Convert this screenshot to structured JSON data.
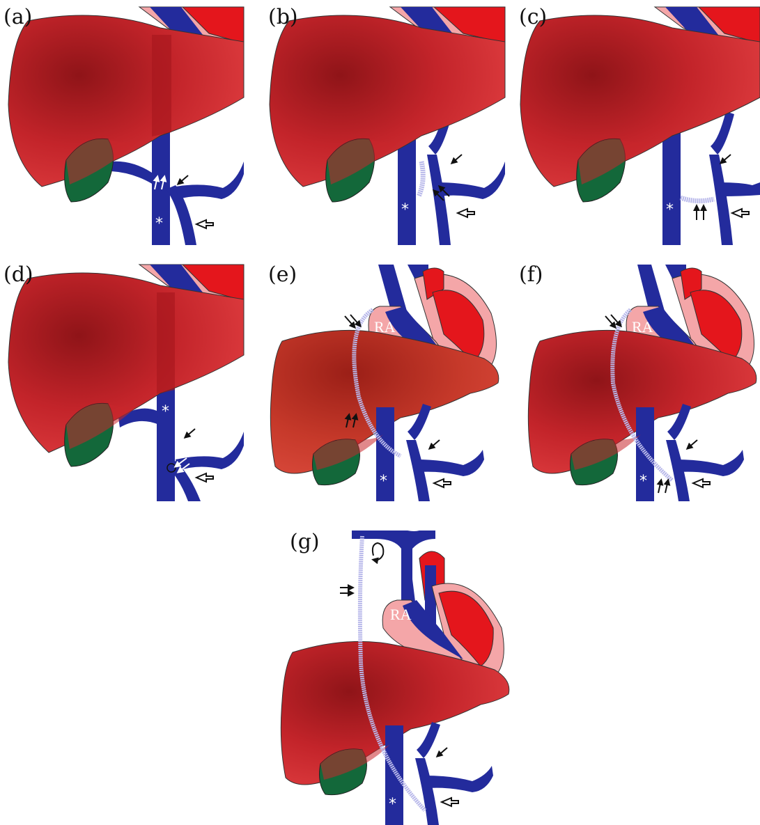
{
  "figure": {
    "background": "#ffffff",
    "colors": {
      "liver": "#c8262b",
      "liver_dark": "#8f1418",
      "liver_light": "#dd3a3d",
      "vein": "#232b9c",
      "vein_dark": "#161c70",
      "heart_red": "#e4161c",
      "pericardium": "#f4a6a8",
      "gallbladder": "#13683a",
      "graft": "#b8b8ea"
    },
    "panels": [
      {
        "id": "a",
        "label": "(a)",
        "has_heart": false,
        "graft": "none",
        "star": "*",
        "star_pos": "lower"
      },
      {
        "id": "b",
        "label": "(b)",
        "has_heart": false,
        "graft": "short-right",
        "star": "*",
        "star_pos": "lower"
      },
      {
        "id": "c",
        "label": "(c)",
        "has_heart": false,
        "graft": "horizontal",
        "star": "*",
        "star_pos": "lower"
      },
      {
        "id": "d",
        "label": "(d)",
        "has_heart": false,
        "graft": "none",
        "star": "*",
        "star_pos": "upper"
      },
      {
        "id": "e",
        "label": "(e)",
        "has_heart": true,
        "ra_label": "RA",
        "graft": "to-atrium",
        "star": "*",
        "star_pos": "lower"
      },
      {
        "id": "f",
        "label": "(f)",
        "has_heart": true,
        "ra_label": "RA",
        "graft": "to-atrium-long",
        "star": "*",
        "star_pos": "lower"
      },
      {
        "id": "g",
        "label": "(g)",
        "has_heart": true,
        "ra_label": "RA",
        "graft": "to-svc",
        "star": "*",
        "star_pos": "lower"
      }
    ],
    "icons": [
      "thin-arrow-icon",
      "double-arrow-icon",
      "open-arrow-icon",
      "curved-arrow-icon",
      "asterisk-icon"
    ]
  }
}
